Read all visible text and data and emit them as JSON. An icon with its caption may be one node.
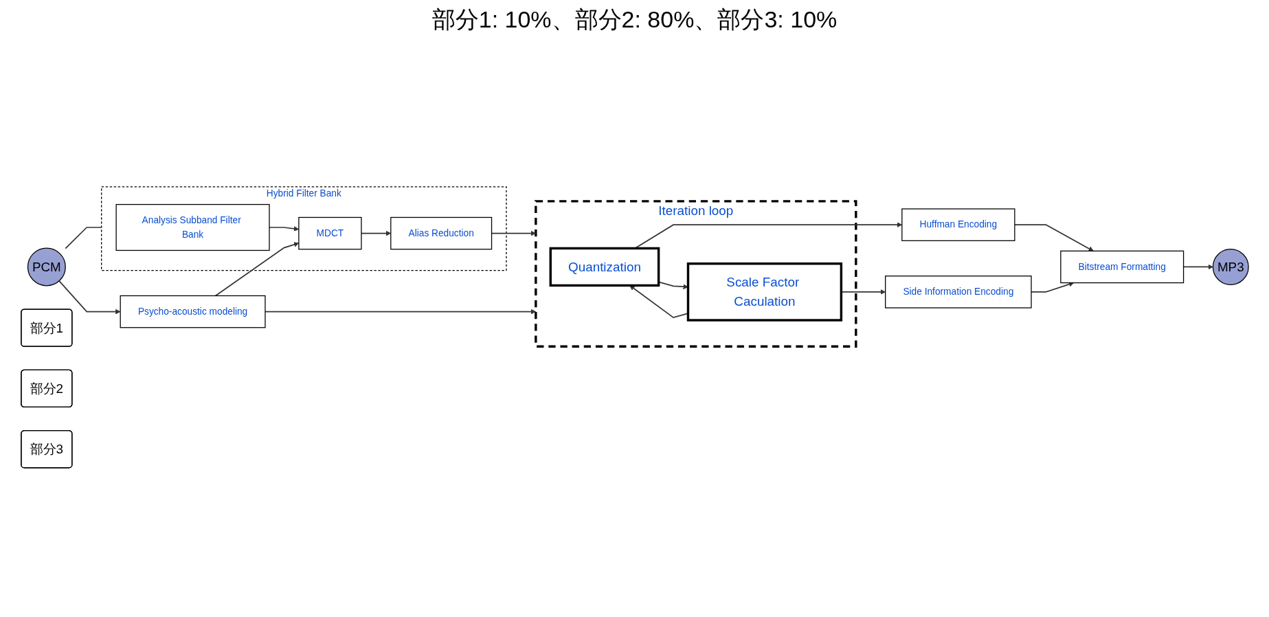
{
  "diagram": {
    "title": "部分1: 10%、部分2: 80%、部分3: 10%",
    "nodes": [
      {
        "text": [
          "Hybrid Filter Bank"
        ]
      },
      {
        "text": [
          "Analysis Subband Filter Bank"
        ],
        "in": 0
      },
      {
        "text": [
          "MDCT"
        ],
        "in": 0
      },
      {
        "text": [
          "Alias Reduction"
        ],
        "in": 0
      },
      {
        "text": [
          "PCM"
        ]
      },
      {
        "text": [
          "Psycho-acoustic modeling"
        ]
      },
      {
        "text": [
          "Iteration loop"
        ]
      },
      {
        "text": [
          "Quantization"
        ],
        "in": 6
      },
      {
        "text": [
          "Scale Factor Caculation"
        ],
        "in": 6
      },
      {
        "text": [
          "Huffman Encoding"
        ]
      },
      {
        "text": [
          "Side Information Encoding"
        ]
      },
      {
        "text": [
          "Bitstream Formatting"
        ]
      },
      {
        "text": [
          "MP3"
        ]
      },
      {
        "text": [
          "部分1"
        ]
      },
      {
        "text": [
          "部分2"
        ]
      },
      {
        "text": [
          "部分3"
        ]
      }
    ],
    "edges": [
      {
        "from": 1,
        "to": 2,
        "arrow": "to"
      },
      {
        "from": 2,
        "to": 3,
        "arrow": "to"
      },
      {
        "from": 3,
        "to": 6,
        "arrow": "to"
      },
      {
        "from": 4,
        "to": 0,
        "arrow": "none"
      },
      {
        "from": 4,
        "to": 5,
        "arrow": "to"
      },
      {
        "from": 5,
        "to": 2,
        "arrow": "to"
      },
      {
        "from": 5,
        "to": 6,
        "arrow": "to"
      },
      {
        "from": 8,
        "to": 7,
        "arrow": "to"
      },
      {
        "from": 7,
        "to": 8,
        "arrow": "to"
      },
      {
        "from": 7,
        "to": 9,
        "arrow": "to"
      },
      {
        "from": 8,
        "to": 10,
        "arrow": "to"
      },
      {
        "from": 9,
        "to": 11,
        "arrow": "to"
      },
      {
        "from": 10,
        "to": 11,
        "arrow": "to"
      },
      {
        "from": 11,
        "to": 12,
        "arrow": "to"
      }
    ]
  }
}
